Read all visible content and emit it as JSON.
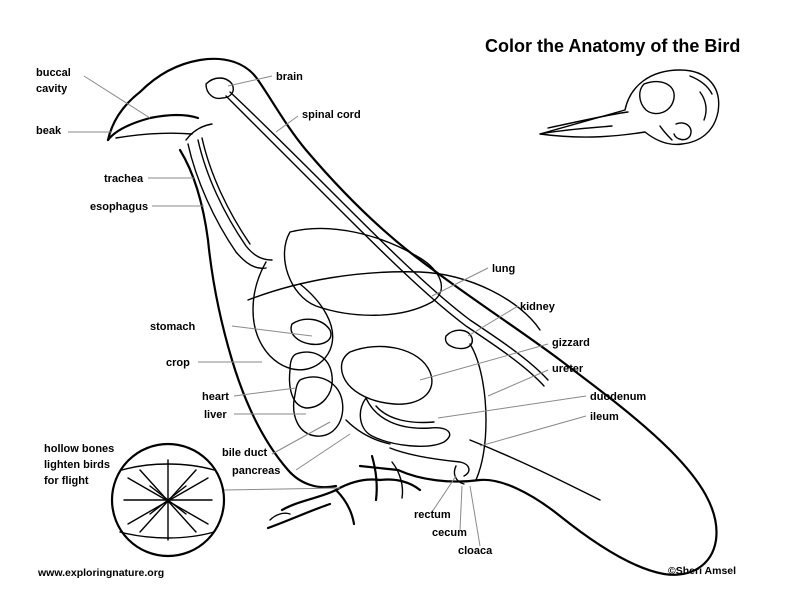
{
  "title": "Color the Anatomy of the Bird",
  "website": "www.exploringnature.org",
  "copyright": "©Sheri Amsel",
  "caption": [
    "hollow bones",
    "lighten birds",
    "for flight"
  ],
  "labels": {
    "buccal": "buccal",
    "cavity": "cavity",
    "beak": "beak",
    "brain": "brain",
    "spinal_cord": "spinal cord",
    "trachea": "trachea",
    "esophagus": "esophagus",
    "lung": "lung",
    "kidney": "kidney",
    "stomach": "stomach",
    "gizzard": "gizzard",
    "crop": "crop",
    "ureter": "ureter",
    "heart": "heart",
    "duodenum": "duodenum",
    "liver": "liver",
    "ileum": "ileum",
    "bile_duct": "bile duct",
    "pancreas": "pancreas",
    "rectum": "rectum",
    "cecum": "cecum",
    "cloaca": "cloaca"
  }
}
